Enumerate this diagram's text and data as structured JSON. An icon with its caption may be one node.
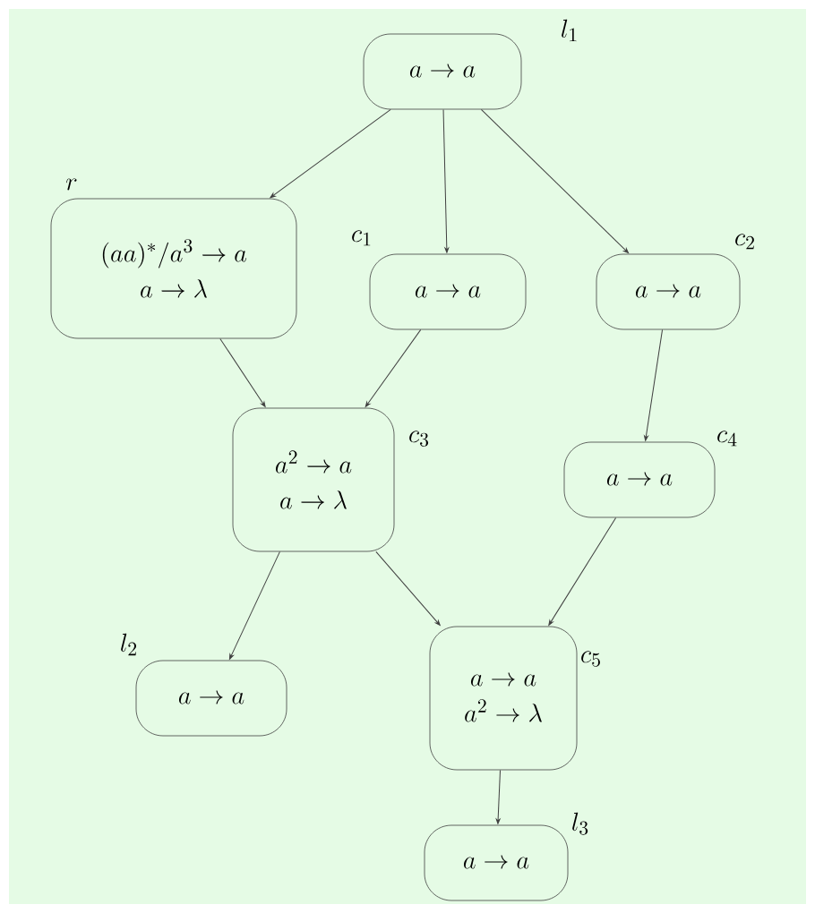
{
  "diagram": {
    "nodes": [
      {
        "text": [
          "a \\rightarrow a"
        ],
        "beside": [
          "l_1"
        ]
      },
      {
        "text": [
          "(aa)^*/a^3 \\rightarrow a",
          "a \\rightarrow \\lambda"
        ],
        "beside": [
          "r"
        ]
      },
      {
        "text": [
          "a \\rightarrow a"
        ],
        "beside": [
          "c_1"
        ]
      },
      {
        "text": [
          "a \\rightarrow a"
        ],
        "beside": [
          "c_2"
        ]
      },
      {
        "text": [
          "a^2 \\rightarrow a",
          "a \\rightarrow \\lambda"
        ],
        "beside": [
          "c_3"
        ]
      },
      {
        "text": [
          "a \\rightarrow a"
        ],
        "beside": [
          "c_4"
        ]
      },
      {
        "text": [
          "a \\rightarrow a"
        ],
        "beside": [
          "l_2"
        ]
      },
      {
        "text": [
          "a \\rightarrow a",
          "a^2 \\rightarrow \\lambda"
        ],
        "beside": [
          "c_5"
        ]
      },
      {
        "text": [
          "a \\rightarrow a"
        ],
        "beside": [
          "l_3"
        ]
      }
    ],
    "edges": [
      {
        "from": 0,
        "to": 1,
        "arrow": "to"
      },
      {
        "from": 0,
        "to": 2,
        "arrow": "to"
      },
      {
        "from": 0,
        "to": 3,
        "arrow": "to"
      },
      {
        "from": 1,
        "to": 4,
        "arrow": "to"
      },
      {
        "from": 2,
        "to": 4,
        "arrow": "to"
      },
      {
        "from": 3,
        "to": 5,
        "arrow": "to"
      },
      {
        "from": 4,
        "to": 6,
        "arrow": "to"
      },
      {
        "from": 4,
        "to": 7,
        "arrow": "to"
      },
      {
        "from": 5,
        "to": 7,
        "arrow": "to"
      },
      {
        "from": 7,
        "to": 8,
        "arrow": "to"
      }
    ]
  }
}
